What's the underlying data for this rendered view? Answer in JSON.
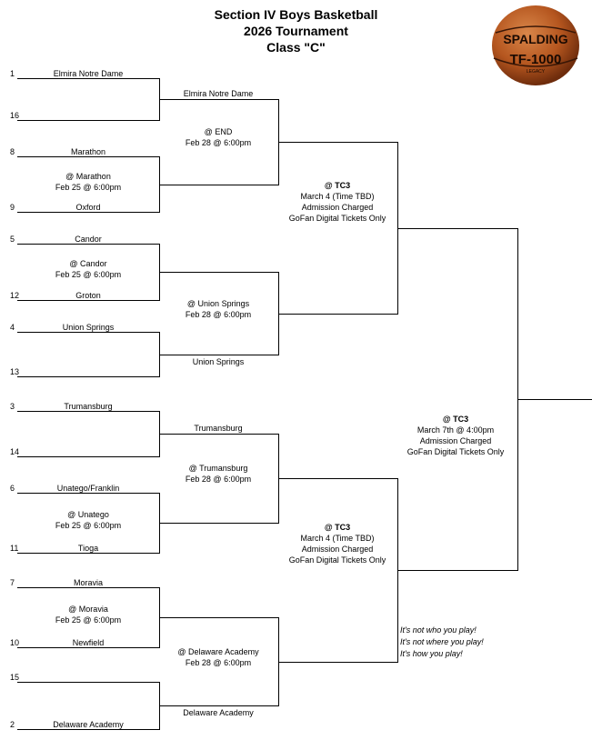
{
  "header": {
    "line1": "Section IV Boys Basketball",
    "line2": "2026 Tournament",
    "line3": "Class \"C\""
  },
  "logo": {
    "brand": "SPALDING",
    "model": "TF-1000",
    "sub": "LEGACY"
  },
  "seeds": [
    "1",
    "16",
    "8",
    "9",
    "5",
    "12",
    "4",
    "13",
    "3",
    "14",
    "6",
    "11",
    "7",
    "10",
    "15",
    "2"
  ],
  "round1": {
    "teams": [
      "Elmira Notre Dame",
      "",
      "Marathon",
      "Oxford",
      "Candor",
      "Groton",
      "Union Springs",
      "",
      "Trumansburg",
      "",
      "Unatego/Franklin",
      "Tioga",
      "Moravia",
      "Newfield",
      "",
      "Delaware Academy"
    ],
    "games": [
      {
        "venue": "@ Marathon",
        "time": "Feb 25 @ 6:00pm"
      },
      {
        "venue": "@ Candor",
        "time": "Feb 25 @ 6:00pm"
      },
      {
        "venue": "@ Unatego",
        "time": "Feb 25 @ 6:00pm"
      },
      {
        "venue": "@ Moravia",
        "time": "Feb 25 @ 6:00pm"
      }
    ]
  },
  "round2": {
    "teams": [
      "Elmira Notre Dame",
      "",
      "",
      "Union Springs",
      "Trumansburg",
      "",
      "",
      "Delaware Academy"
    ],
    "games": [
      {
        "venue": "@ END",
        "time": "Feb 28 @ 6:00pm"
      },
      {
        "venue": "@ Union Springs",
        "time": "Feb 28 @ 6:00pm"
      },
      {
        "venue": "@ Trumansburg",
        "time": "Feb 28 @ 6:00pm"
      },
      {
        "venue": "@ Delaware Academy",
        "time": "Feb 28 @ 6:00pm"
      }
    ]
  },
  "semis": [
    {
      "venue": "@ TC3",
      "date": "March 4 (Time TBD)",
      "note1": "Admission Charged",
      "note2": "GoFan Digital Tickets Only"
    },
    {
      "venue": "@ TC3",
      "date": "March 4 (Time TBD)",
      "note1": "Admission Charged",
      "note2": "GoFan Digital Tickets Only"
    }
  ],
  "final": {
    "venue": "@ TC3",
    "date": "March 7th @ 4:00pm",
    "note1": "Admission Charged",
    "note2": "GoFan Digital Tickets Only"
  },
  "quote": {
    "line1": "It's not who you play!",
    "line2": "It's not where you play!",
    "line3": "It's how you play!"
  }
}
